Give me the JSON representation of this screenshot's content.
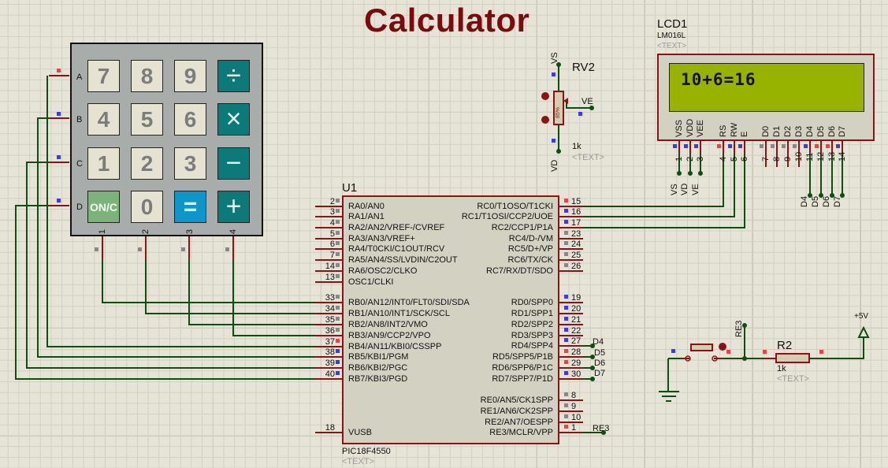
{
  "title": "Calculator",
  "keypad": {
    "row_labels": [
      "A",
      "B",
      "C",
      "D"
    ],
    "col_labels": [
      "1",
      "2",
      "3",
      "4"
    ],
    "keys": [
      [
        "7",
        "8",
        "9",
        "÷"
      ],
      [
        "4",
        "5",
        "6",
        "×"
      ],
      [
        "1",
        "2",
        "3",
        "−"
      ],
      [
        "ON/C",
        "0",
        "=",
        "+"
      ]
    ]
  },
  "u1": {
    "ref": "U1",
    "part": "PIC18F4550",
    "text": "<TEXT>",
    "left_pins": [
      {
        "num": "2",
        "name": "RA0/AN0"
      },
      {
        "num": "3",
        "name": "RA1/AN1"
      },
      {
        "num": "4",
        "name": "RA2/AN2/VREF-/CVREF"
      },
      {
        "num": "5",
        "name": "RA3/AN3/VREF+"
      },
      {
        "num": "6",
        "name": "RA4/T0CKI/C1OUT/RCV"
      },
      {
        "num": "7",
        "name": "RA5/AN4/SS/LVDIN/C2OUT"
      },
      {
        "num": "14",
        "name": "RA6/OSC2/CLKO"
      },
      {
        "num": "13",
        "name": "OSC1/CLKI"
      },
      {
        "num": "33",
        "name": "RB0/AN12/INT0/FLT0/SDI/SDA"
      },
      {
        "num": "34",
        "name": "RB1/AN10/INT1/SCK/SCL"
      },
      {
        "num": "35",
        "name": "RB2/AN8/INT2/VMO"
      },
      {
        "num": "36",
        "name": "RB3/AN9/CCP2/VPO"
      },
      {
        "num": "37",
        "name": "RB4/AN11/KBI0/CSSPP"
      },
      {
        "num": "38",
        "name": "RB5/KBI1/PGM"
      },
      {
        "num": "39",
        "name": "RB6/KBI2/PGC"
      },
      {
        "num": "40",
        "name": "RB7/KBI3/PGD"
      },
      {
        "num": "18",
        "name": "VUSB"
      }
    ],
    "right_pins": [
      {
        "num": "15",
        "name": "RC0/T1OSO/T1CKI"
      },
      {
        "num": "16",
        "name": "RC1/T1OSI/CCP2/UOE"
      },
      {
        "num": "17",
        "name": "RC2/CCP1/P1A"
      },
      {
        "num": "23",
        "name": "RC4/D-/VM"
      },
      {
        "num": "24",
        "name": "RC5/D+/VP"
      },
      {
        "num": "25",
        "name": "RC6/TX/CK"
      },
      {
        "num": "26",
        "name": "RC7/RX/DT/SDO"
      },
      {
        "num": "19",
        "name": "RD0/SPP0"
      },
      {
        "num": "20",
        "name": "RD1/SPP1"
      },
      {
        "num": "21",
        "name": "RD2/SPP2"
      },
      {
        "num": "22",
        "name": "RD3/SPP3"
      },
      {
        "num": "27",
        "name": "RD4/SPP4"
      },
      {
        "num": "28",
        "name": "RD5/SPP5/P1B"
      },
      {
        "num": "29",
        "name": "RD6/SPP6/P1C"
      },
      {
        "num": "30",
        "name": "RD7/SPP7/P1D"
      },
      {
        "num": "8",
        "name": "RE0/AN5/CK1SPP"
      },
      {
        "num": "9",
        "name": "RE1/AN6/CK2SPP"
      },
      {
        "num": "10",
        "name": "RE2/AN7/OESPP"
      },
      {
        "num": "1",
        "name": "RE3/MCLR/VPP"
      }
    ],
    "net_labels": [
      "D4",
      "D5",
      "D6",
      "D7",
      "RE3"
    ]
  },
  "lcd": {
    "ref": "LCD1",
    "part": "LM016L",
    "text": "<TEXT>",
    "display": "10+6=16",
    "pin_names": [
      "VSS",
      "VDD",
      "VEE",
      "RS",
      "RW",
      "E",
      "D0",
      "D1",
      "D2",
      "D3",
      "D4",
      "D5",
      "D6",
      "D7"
    ],
    "pin_nums": [
      "1",
      "2",
      "3",
      "4",
      "5",
      "6",
      "7",
      "8",
      "9",
      "10",
      "11",
      "12",
      "13",
      "14"
    ],
    "net_labels_left": [
      "VS",
      "VD",
      "VE"
    ],
    "net_labels_bottom": [
      "D4",
      "D5",
      "D6",
      "D7"
    ]
  },
  "rv2": {
    "ref": "RV2",
    "value": "1k",
    "text": "<TEXT>",
    "percent": "85%",
    "net_top": "VS",
    "net_bottom": "VD",
    "net_wiper": "VE"
  },
  "r2": {
    "ref": "R2",
    "value": "1k",
    "text": "<TEXT>",
    "net": "RE3",
    "supply": "+5V"
  }
}
